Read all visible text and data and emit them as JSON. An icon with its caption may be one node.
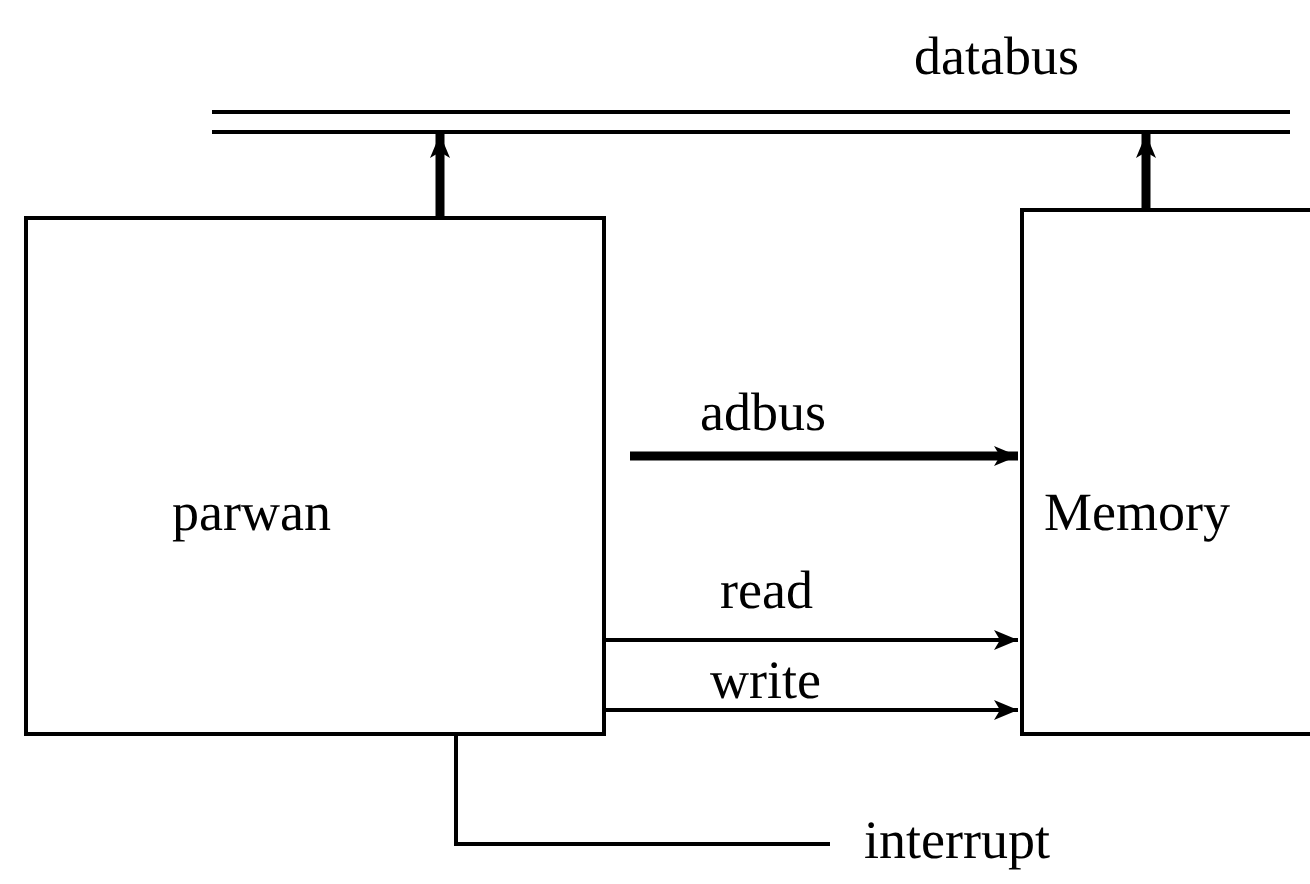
{
  "diagram": {
    "nodes": [
      {
        "text": [
          "parwan"
        ]
      },
      {
        "text": [
          "Memory"
        ]
      },
      {
        "text": [
          "databus"
        ]
      },
      {
        "text": [
          "interrupt"
        ]
      }
    ],
    "edges": [
      {
        "from": 0,
        "to": 2,
        "arrow": "to",
        "style": "thick"
      },
      {
        "from": 1,
        "to": 2,
        "arrow": "to",
        "style": "thick"
      },
      {
        "from": 0,
        "to": 1,
        "label": "adbus",
        "arrow": "to",
        "style": "thick"
      },
      {
        "from": 0,
        "to": 1,
        "label": "read",
        "arrow": "to"
      },
      {
        "from": 0,
        "to": 1,
        "label": "write",
        "arrow": "to"
      },
      {
        "from": 0,
        "to": 3,
        "arrow": "none"
      }
    ]
  }
}
